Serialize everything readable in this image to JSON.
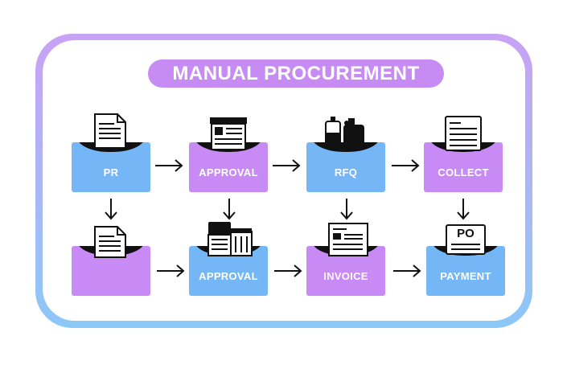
{
  "title": "MANUAL PROCUREMENT",
  "colors": {
    "blue": "#75b6f7",
    "purple": "#c88af5",
    "title_bg": "#c78cf4",
    "frame": "#b7aef6"
  },
  "nodes": [
    {
      "id": "pr",
      "label": "PR",
      "color": "blue",
      "icon": "document-icon"
    },
    {
      "id": "approval-1",
      "label": "APPROVAL",
      "color": "purple",
      "icon": "form-icon"
    },
    {
      "id": "rfq",
      "label": "RFQ",
      "color": "blue",
      "icon": "products-icon"
    },
    {
      "id": "collect",
      "label": "COLLECT",
      "color": "purple",
      "icon": "document-icon"
    },
    {
      "id": "blank",
      "label": "",
      "color": "purple",
      "icon": "document-icon"
    },
    {
      "id": "approval-2",
      "label": "APPROVAL",
      "color": "blue",
      "icon": "building-icon"
    },
    {
      "id": "invoice",
      "label": "INVOICE",
      "color": "purple",
      "icon": "invoice-icon"
    },
    {
      "id": "payment",
      "label": "PAYMENT",
      "color": "blue",
      "icon": "purchase-order-icon",
      "icon_text": "PO"
    }
  ]
}
